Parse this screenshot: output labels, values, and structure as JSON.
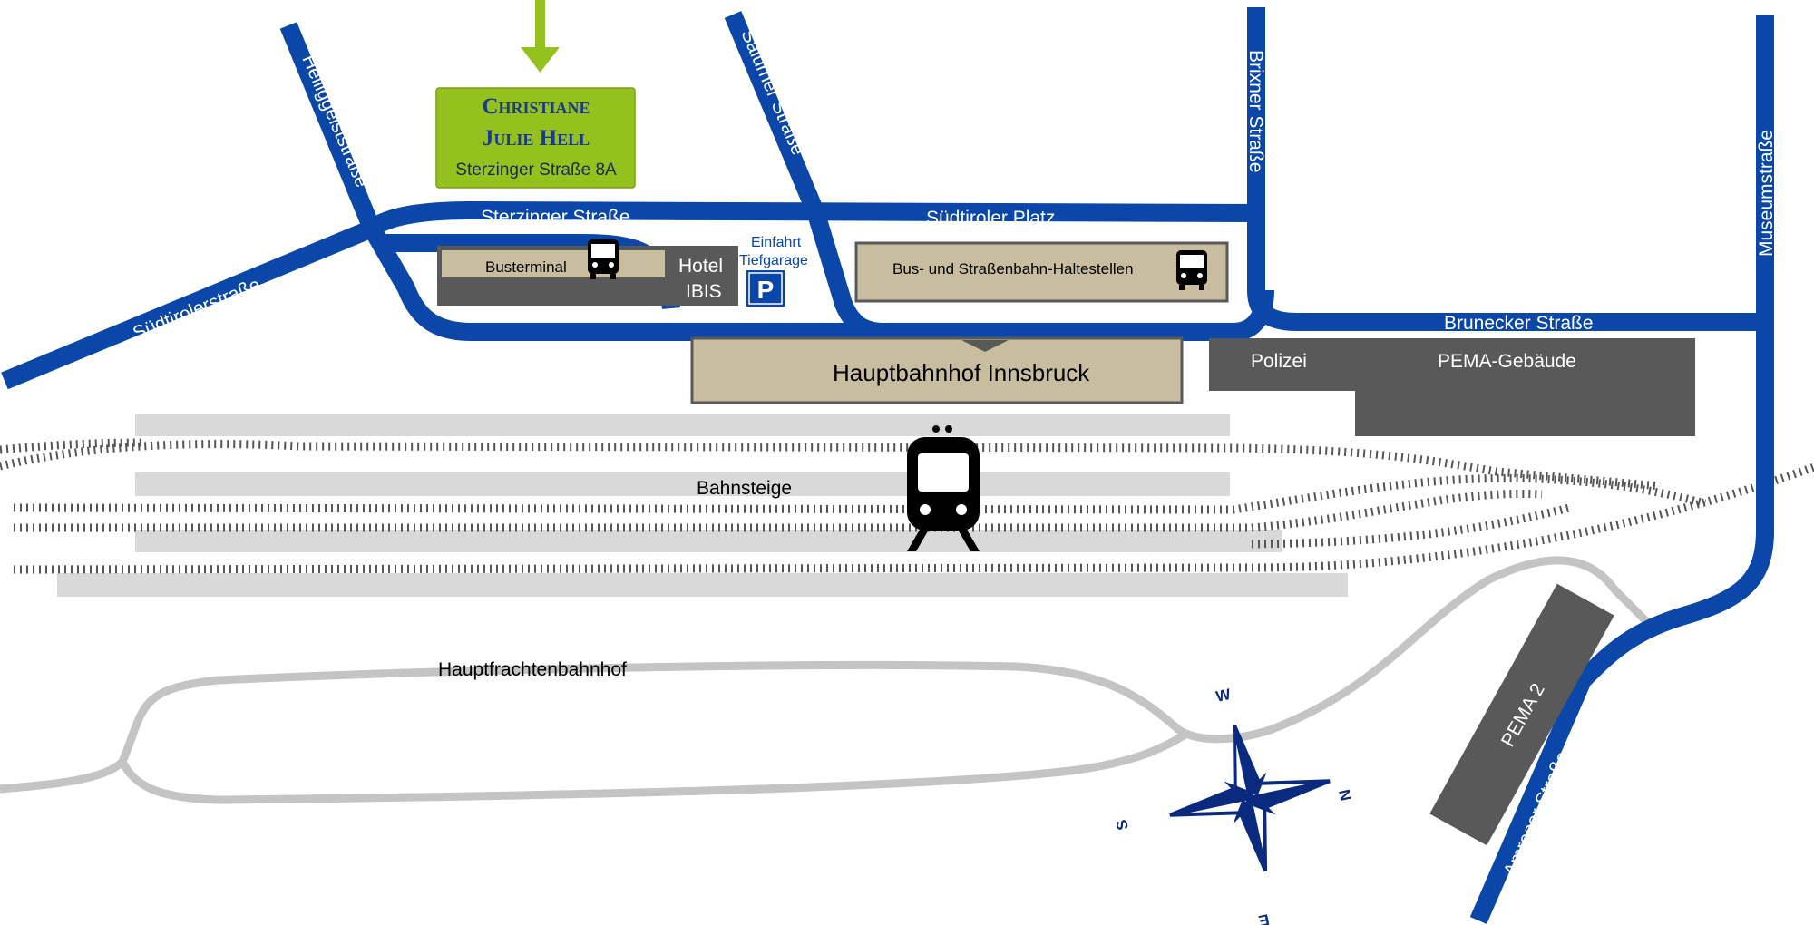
{
  "destination": {
    "name_line1": "Christiane",
    "name_line2": "Julie Hell",
    "address": "Sterzinger Straße 8A",
    "colors": {
      "box": "#95c11f",
      "text": "#1a3a8c",
      "arrow": "#95c11f"
    }
  },
  "streets": {
    "heiliggeist": "Heiliggeiststraße",
    "salurner": "Salurner Straße",
    "brixner": "Brixner Straße",
    "museum": "Museumstraße",
    "sterzinger": "Sterzinger Straße",
    "suedtiroler_platz": "Südtiroler Platz",
    "suedtiroler_strasse": "Südtirolerstraße",
    "brunecker": "Brunecker Straße",
    "amraser": "Amraser Straße"
  },
  "places": {
    "busterminal": "Busterminal",
    "hotel_line1": "Hotel",
    "hotel_line2": "IBIS",
    "garage_line1": "Einfahrt",
    "garage_line2": "Tiefgarage",
    "parking_symbol": "P",
    "bus_stops": "Bus- und Straßenbahn-Haltestellen",
    "station": "Hauptbahnhof Innsbruck",
    "police": "Polizei",
    "pema": "PEMA-Gebäude",
    "pema2": "PEMA 2",
    "platforms": "Bahnsteige",
    "freight": "Hauptfrachtenbahnhof"
  },
  "compass": {
    "north": "N",
    "east": "E",
    "south": "S",
    "west": "W"
  },
  "colors": {
    "road": "#0a47a9",
    "building_dark": "#595959",
    "building_tan": "#c9bd9f",
    "platform": "#d9d9d9",
    "track": "#555555",
    "freight_line": "#c4c4c4",
    "icon": "#000000"
  },
  "icons": [
    "bus-icon",
    "train-icon",
    "parking-icon",
    "arrow-down-icon",
    "compass-rose-icon"
  ]
}
